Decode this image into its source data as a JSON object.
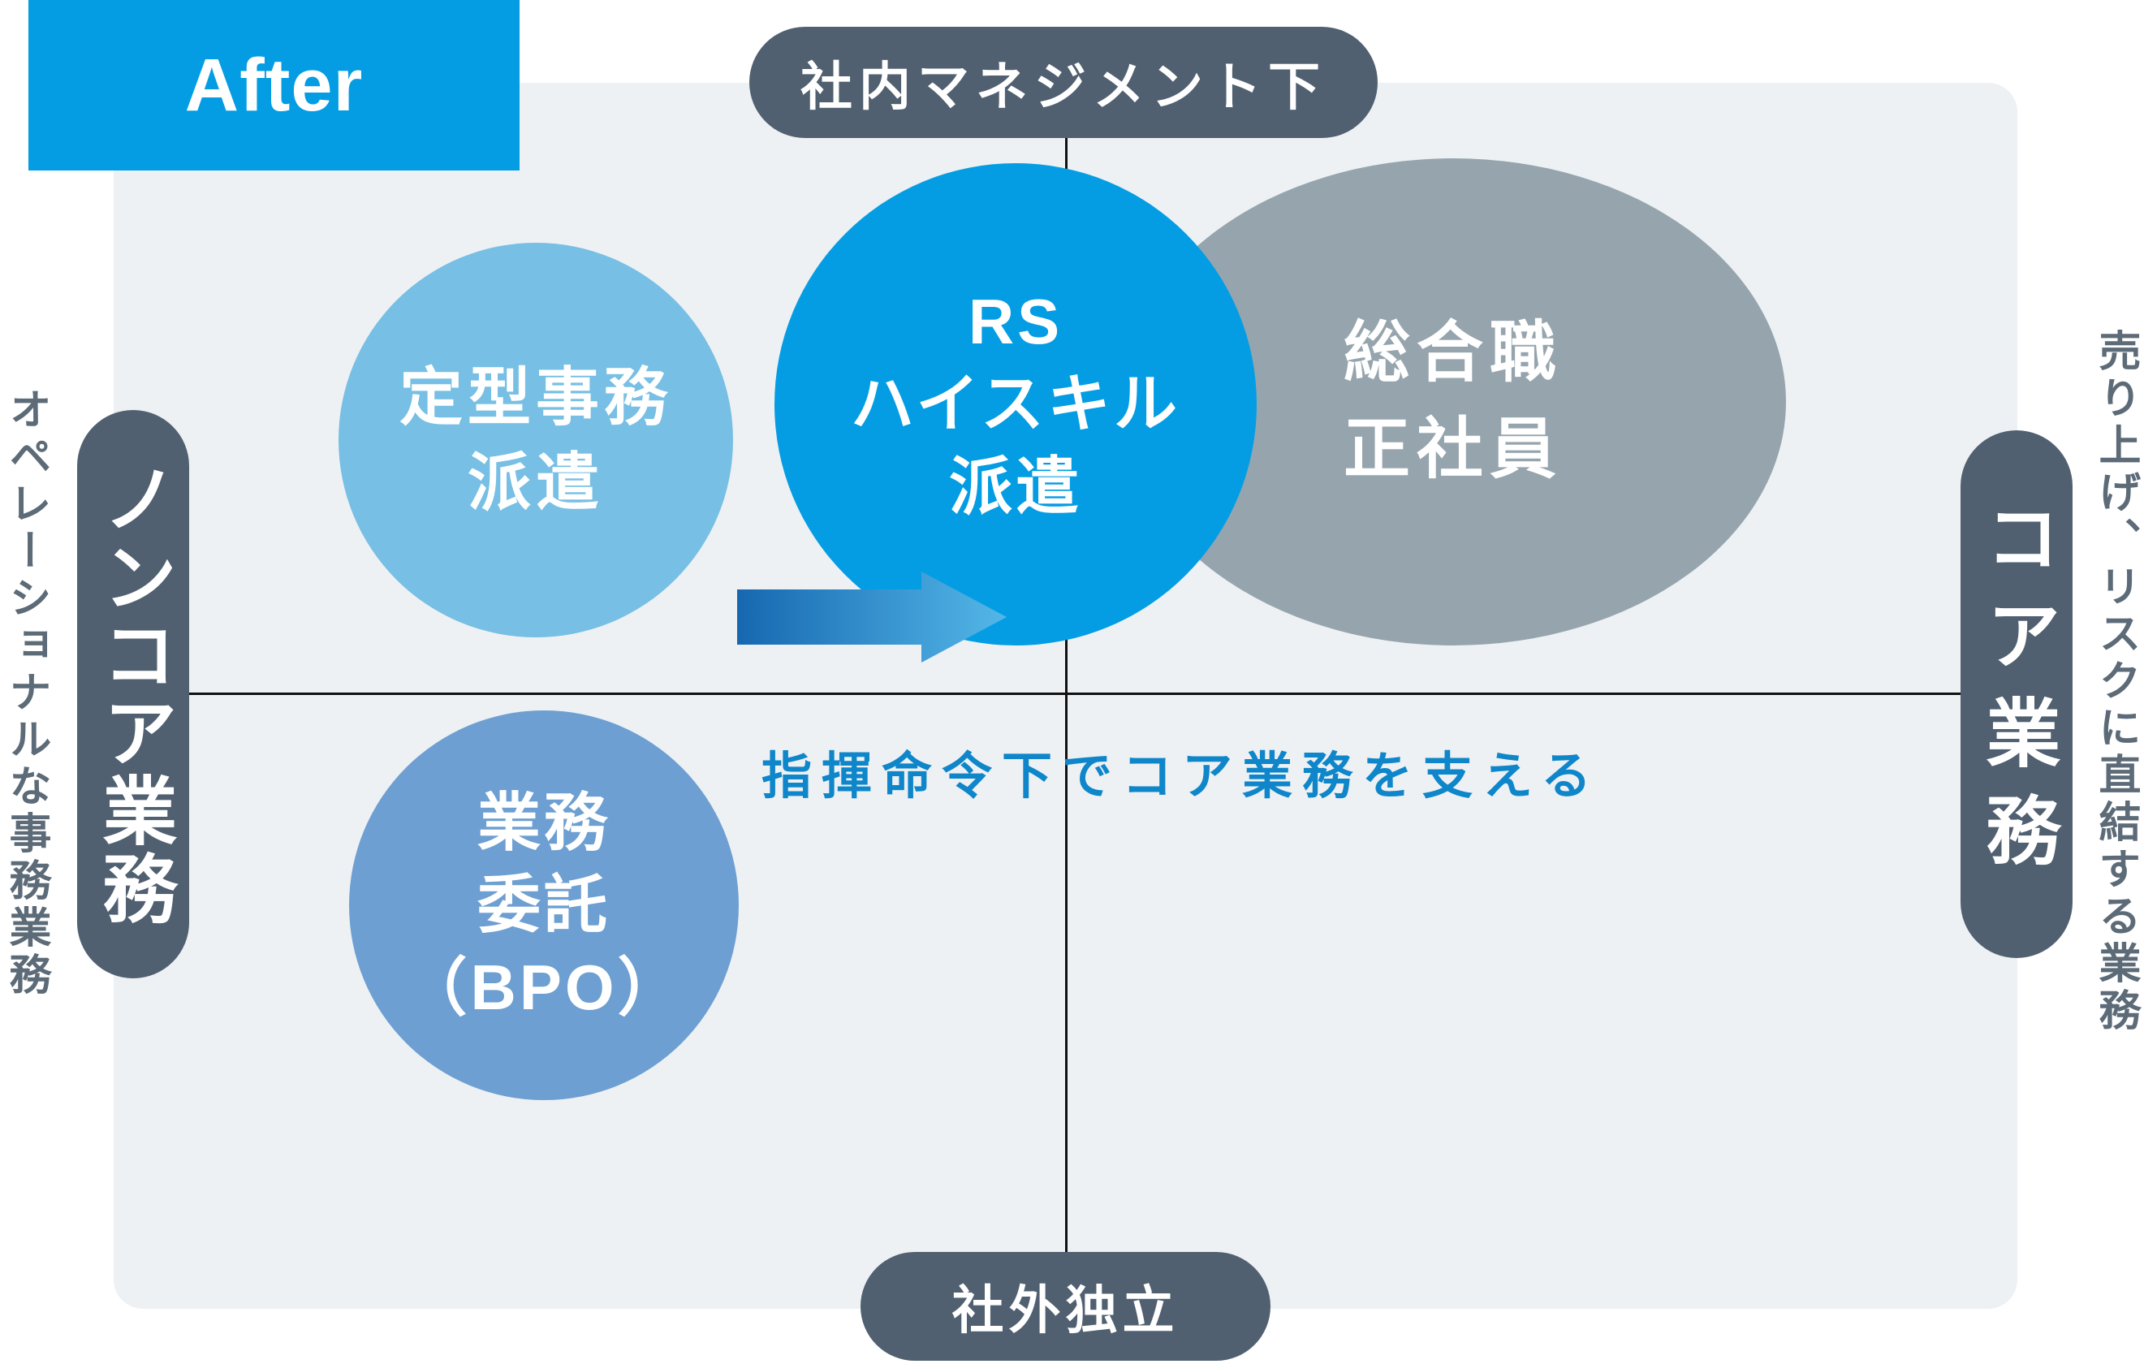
{
  "colors": {
    "brand_blue": "#049de4",
    "light_blue": "#77bfe4",
    "medium_blue": "#6d9fd2",
    "gray_ellipse": "#96a5ad",
    "pill_slate": "#506070",
    "panel_bg": "#edf1f4",
    "outer_text_gray": "#5c6b77",
    "annotation_blue": "#0e86c9",
    "axis_black": "#111111",
    "arrow_gradient_start": "#1668b0",
    "arrow_gradient_end": "#54b7e8"
  },
  "header": {
    "tag_label": "After"
  },
  "axis_labels": {
    "top": "社内マネジメント下",
    "bottom": "社外独立",
    "left": "ノンコア業務",
    "right": "コア業務"
  },
  "outer_labels": {
    "left": "オペレーショナルな事務業務",
    "right": "売り上げ、リスクに直結する業務"
  },
  "bubbles": {
    "routine_dispatch": {
      "lines": [
        "定型事務",
        "派遣"
      ]
    },
    "rs_high_skill": {
      "lines": [
        "RS",
        "ハイスキル",
        "派遣"
      ]
    },
    "regular_employees": {
      "lines": [
        "総合職",
        "正社員"
      ]
    },
    "bpo": {
      "lines": [
        "業務",
        "委託",
        "（BPO）"
      ]
    }
  },
  "annotation": {
    "text": "指揮命令下でコア業務を支える"
  },
  "icons": {
    "arrow": "right-shift-arrow"
  }
}
